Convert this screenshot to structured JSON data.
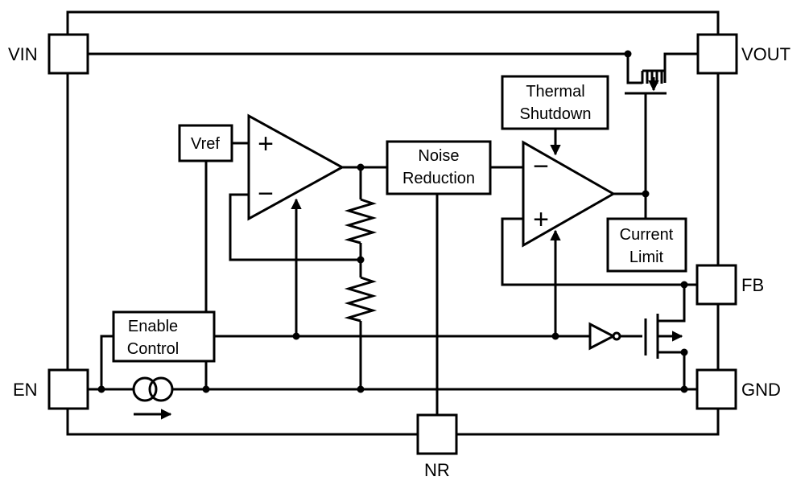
{
  "pins": {
    "vin": "VIN",
    "vout": "VOUT",
    "fb": "FB",
    "en": "EN",
    "gnd": "GND",
    "nr": "NR"
  },
  "blocks": {
    "vref": "Vref",
    "noise_reduction": [
      "Noise",
      "Reduction"
    ],
    "thermal_shutdown": [
      "Thermal",
      "Shutdown"
    ],
    "current_limit": [
      "Current",
      "Limit"
    ],
    "enable_control": [
      "Enable",
      "Control"
    ]
  },
  "opamp_inputs": {
    "error_amp_plus": "+",
    "error_amp_minus": "−",
    "output_amp_minus": "−",
    "output_amp_plus": "+"
  }
}
